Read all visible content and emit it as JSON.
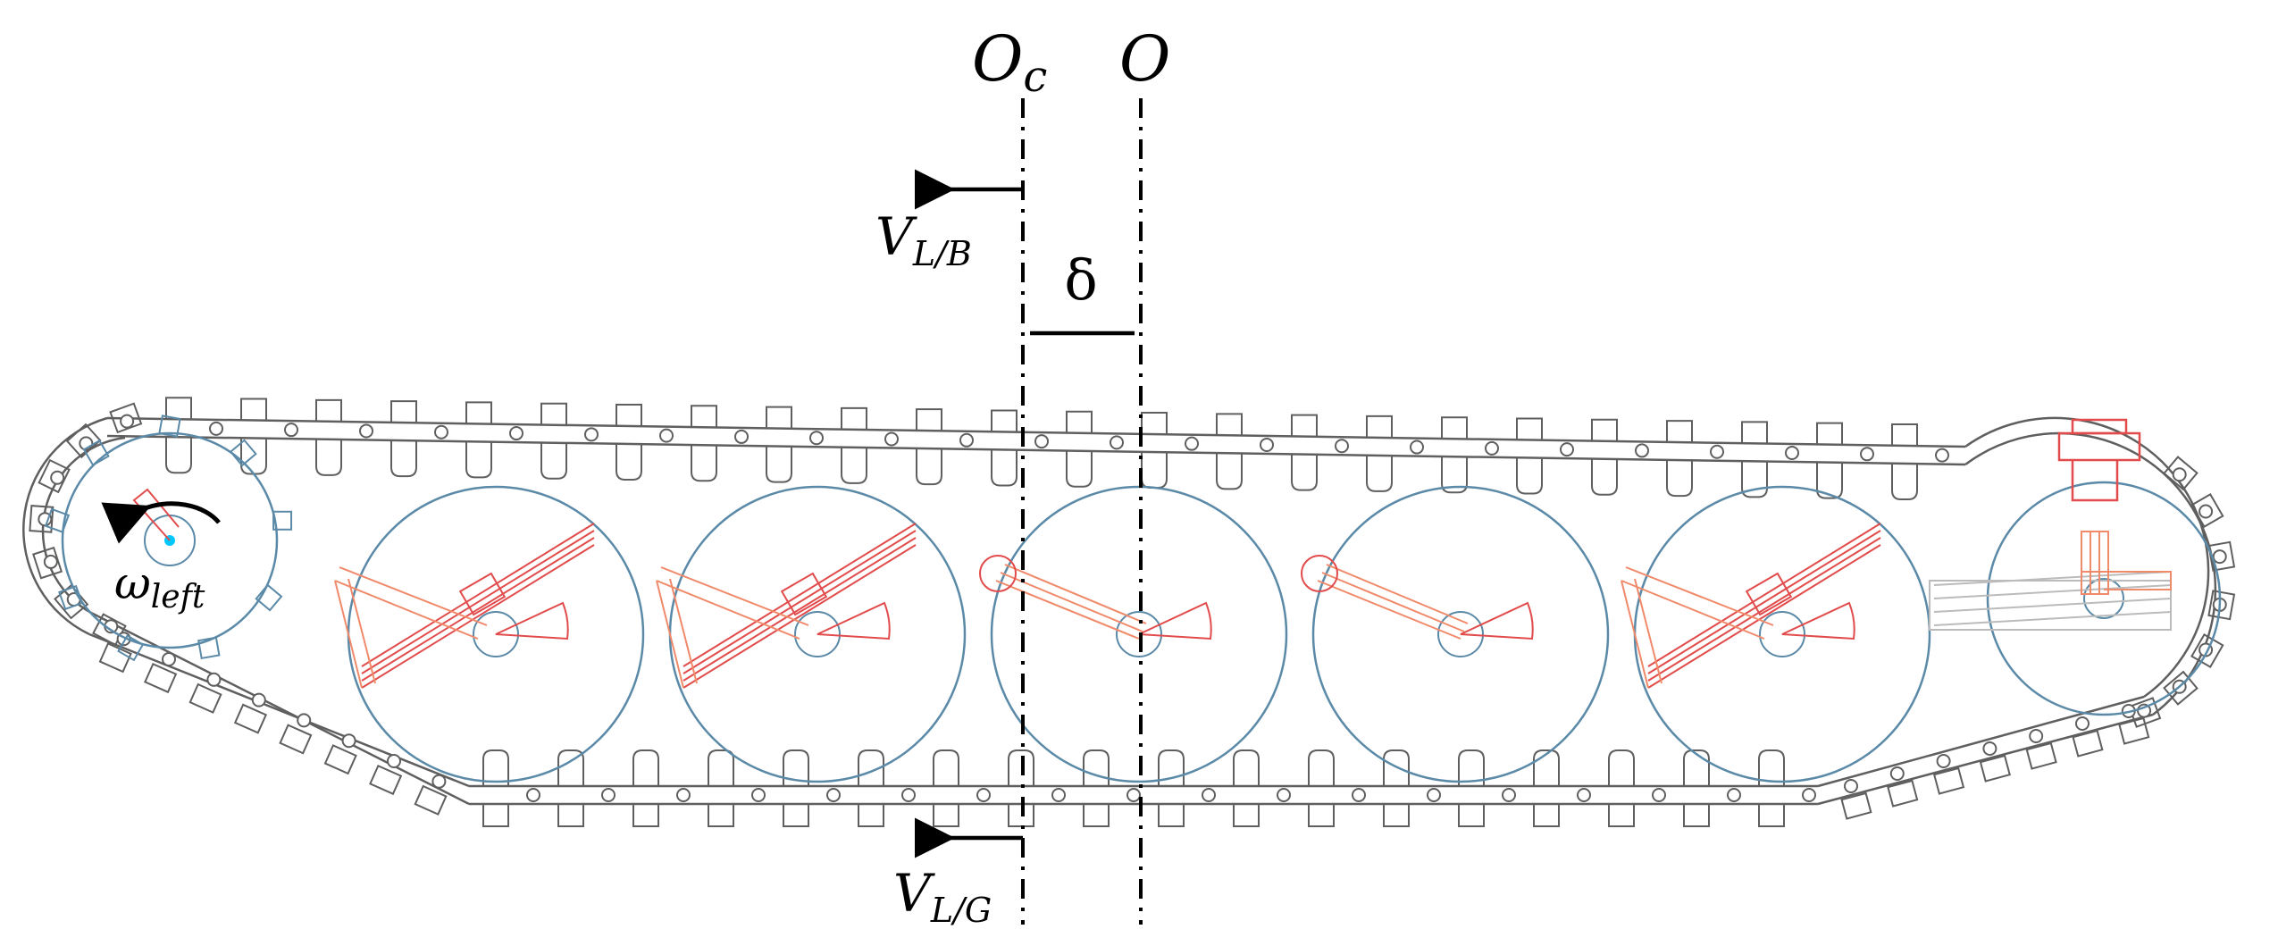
{
  "labels": {
    "oc_main": "O",
    "oc_sub": "c",
    "o": "O",
    "vlb_main": "V",
    "vlb_sub": "L/B",
    "vlg_main": "V",
    "vlg_sub": "L/G",
    "delta": "δ",
    "omega_main": "ω",
    "omega_sub": "left"
  },
  "colors": {
    "track": "#5f5f5f",
    "wheel": "#5b8aa8",
    "suspension": "#e24b4b",
    "suspension_light": "#f08a6a",
    "annotation": "#000000",
    "hub_center": "#00c8ff"
  },
  "components": {
    "road_wheels": 5,
    "drive_sprocket": "left",
    "idler": "right"
  }
}
